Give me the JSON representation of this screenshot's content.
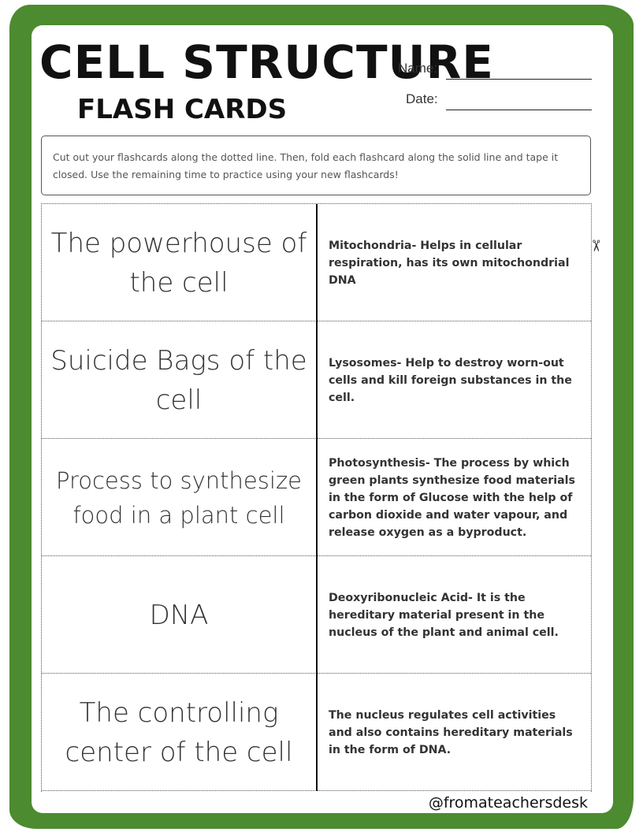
{
  "header": {
    "title": "CELL STRUCTURE",
    "subtitle": "FLASH CARDS",
    "name_label": "Name:",
    "date_label": "Date:"
  },
  "instructions": "Cut out your flashcards along the dotted line. Then, fold each flashcard along the solid line and tape it closed. Use the remaining time to practice using your new flashcards!",
  "cards": [
    {
      "term": "The powerhouse of the cell",
      "definition": "Mitochondria- Helps in cellular respiration, has its own mitochondrial DNA"
    },
    {
      "term": "Suicide Bags of the cell",
      "definition": "Lysosomes- Help to destroy worn-out cells and kill foreign substances in the cell."
    },
    {
      "term": "Process to synthesize food in a plant cell",
      "definition": "Photosynthesis- The process by which green plants synthesize food materials in the form of Glucose with the help of carbon dioxide and water vapour, and release oxygen as a byproduct."
    },
    {
      "term": "DNA",
      "definition": "Deoxyribonucleic Acid- It is the hereditary material present in the nucleus of the plant and animal cell."
    },
    {
      "term": "The controlling center of the cell",
      "definition": "The nucleus regulates cell activities and also contains hereditary materials in the form of DNA."
    }
  ],
  "footer": {
    "credit": "@fromateachersdesk"
  },
  "icons": {
    "cut_marker": "scissors-icon"
  },
  "colors": {
    "frame": "#4c8b2f"
  }
}
